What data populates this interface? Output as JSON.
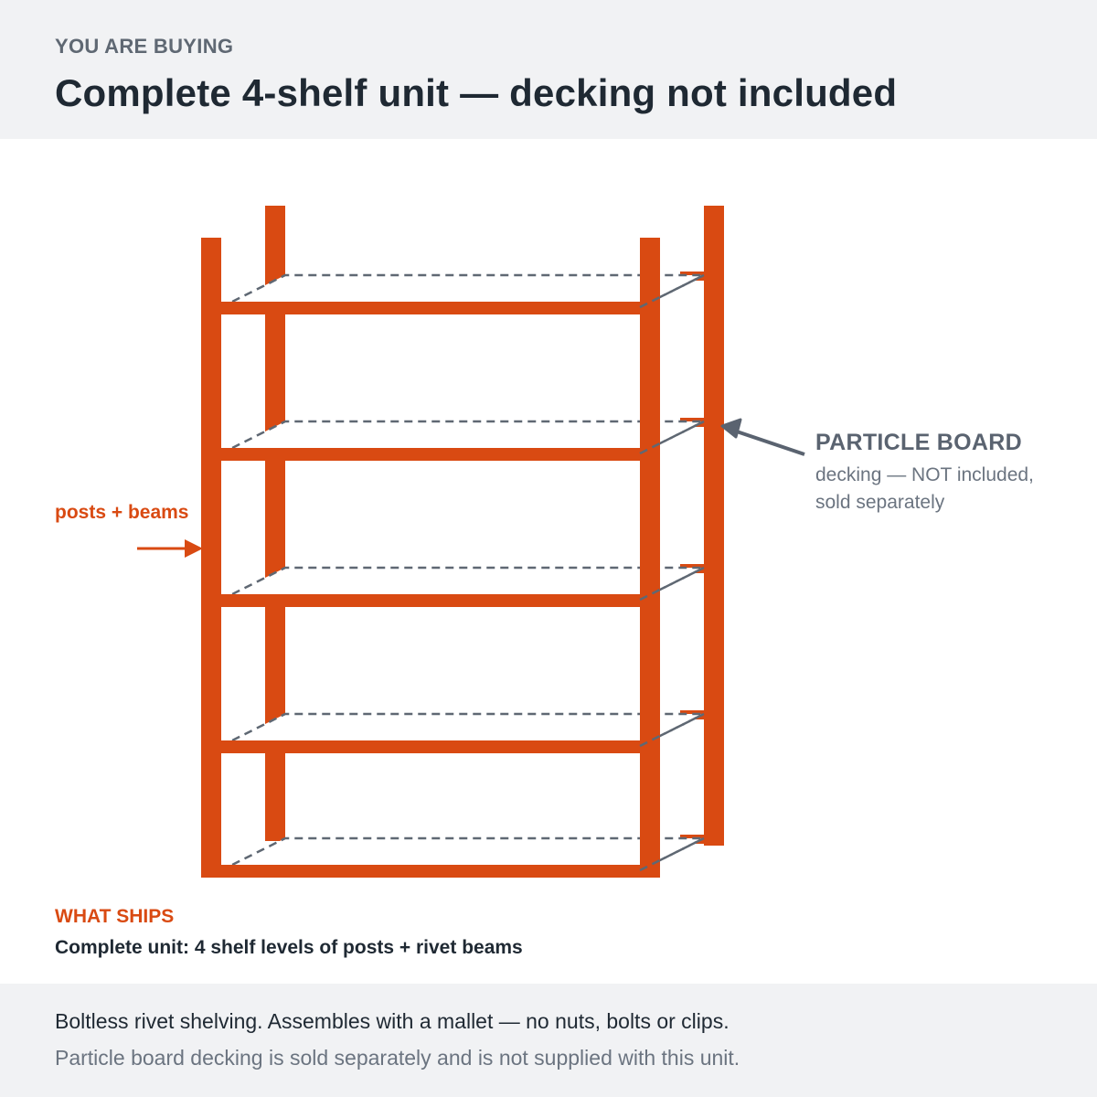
{
  "header": {
    "eyebrow": "YOU ARE BUYING",
    "title": "Complete 4-shelf unit — decking not included"
  },
  "diagram": {
    "shelf_levels": 5,
    "callouts": {
      "posts": "posts + beams",
      "decking_title": "PARTICLE BOARD",
      "decking_line1": "decking — NOT included,",
      "decking_line2": "sold separately"
    },
    "colors": {
      "steel": "#d94a12",
      "decking_outline": "#5f6873",
      "callout_text": "#5a6370"
    }
  },
  "what_ships": {
    "title": "WHAT SHIPS",
    "description": "Complete unit: 4 shelf levels of posts + rivet beams"
  },
  "footer": {
    "line1": "Boltless rivet shelving. Assembles with a mallet — no nuts, bolts or clips.",
    "line2": "Particle board decking is sold separately and is not supplied with this unit."
  }
}
